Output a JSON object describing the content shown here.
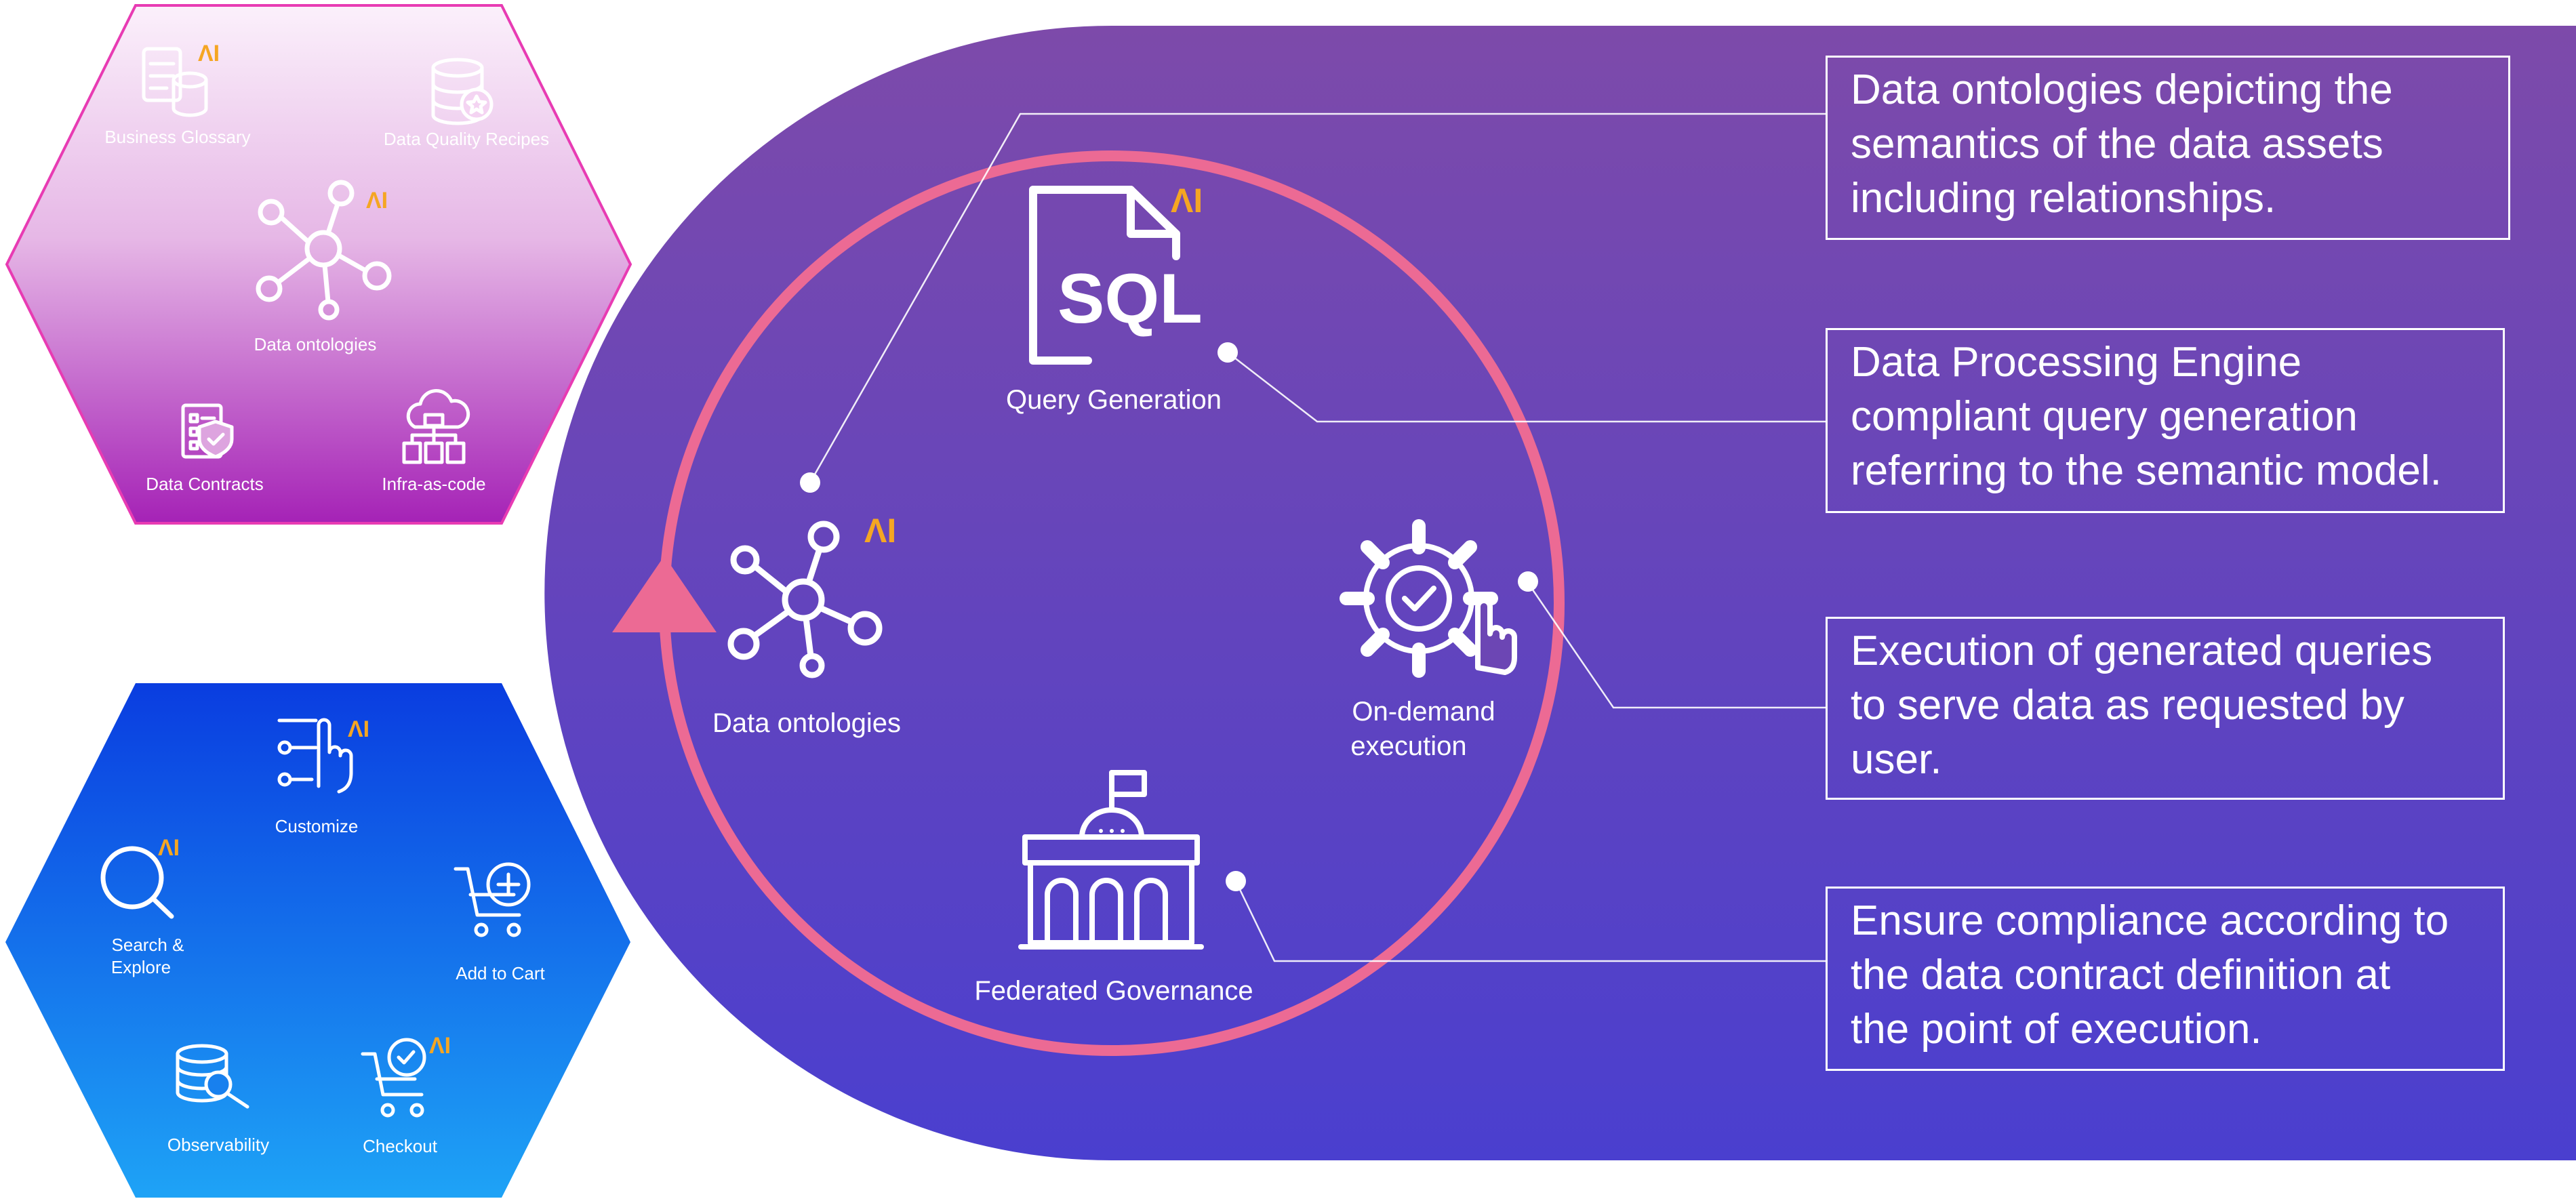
{
  "ai_badge": "ΛI",
  "colors": {
    "purple_top": "#7d4aaa",
    "purple_bottom": "#4a3fcf",
    "ring": "#ec6a94",
    "pink_hex_top": "#fbf0fb",
    "pink_hex_bottom": "#a522b6",
    "blue_hex_top": "#0a3de0",
    "blue_hex_bottom": "#1ea3f6",
    "ai_badge": "#f5a623"
  },
  "pink_hexagon": {
    "items": [
      {
        "label": "Business Glossary",
        "icon": "glossary-database-icon",
        "ai": true
      },
      {
        "label": "Data Quality Recipes",
        "icon": "database-badge-icon",
        "ai": false
      },
      {
        "label": "Data ontologies",
        "icon": "network-graph-icon",
        "ai": true
      },
      {
        "label": "Data Contracts",
        "icon": "contract-shield-icon",
        "ai": false
      },
      {
        "label": "Infra-as-code",
        "icon": "cloud-hierarchy-icon",
        "ai": false
      }
    ]
  },
  "blue_hexagon": {
    "items": [
      {
        "label": "Customize",
        "icon": "sliders-hand-icon",
        "ai": true
      },
      {
        "label": "Search &",
        "label2": "Explore",
        "icon": "search-icon",
        "ai": true
      },
      {
        "label": "Add to Cart",
        "icon": "cart-plus-icon",
        "ai": false
      },
      {
        "label": "Observability",
        "icon": "database-search-icon",
        "ai": false
      },
      {
        "label": "Checkout",
        "icon": "cart-check-icon",
        "ai": true
      }
    ]
  },
  "cycle": {
    "steps": [
      {
        "label": "Query Generation",
        "icon": "sql-file-icon",
        "ai": true
      },
      {
        "label": "Data ontologies",
        "icon": "network-graph-icon",
        "ai": true
      },
      {
        "label": "On-demand",
        "label2": "execution",
        "icon": "gear-check-hand-icon",
        "ai": false
      },
      {
        "label": "Federated Governance",
        "icon": "government-building-icon",
        "ai": false
      }
    ],
    "sql_text": "SQL"
  },
  "descriptions": [
    "Data ontologies depicting the\nsemantics of the data assets\nincluding relationships.",
    "Data Processing Engine\ncompliant query generation\nreferring to the semantic model.",
    "Execution of generated queries\nto serve data as requested by\nuser.",
    "Ensure compliance according to\nthe data contract definition at\nthe point of execution."
  ]
}
